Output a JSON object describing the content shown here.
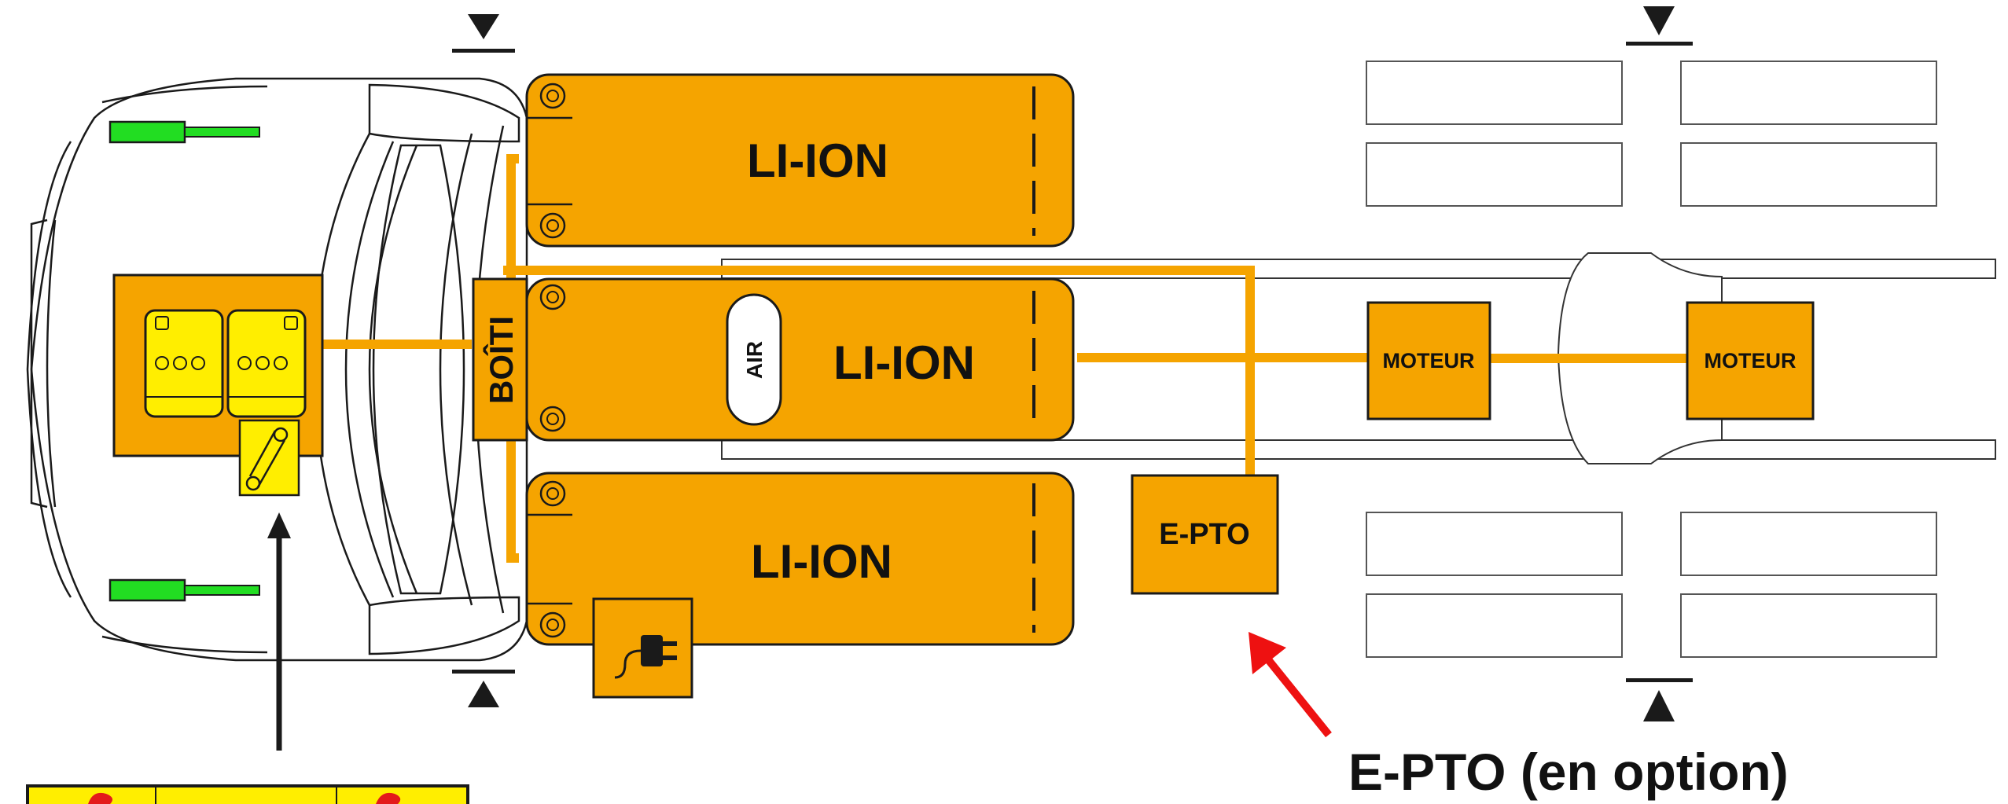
{
  "labels": {
    "battery_top": "LI-ION",
    "battery_middle": "LI-ION",
    "battery_bottom": "LI-ION",
    "air": "AIR",
    "junction_box": "BOÎTI",
    "motor_front": "MOTEUR",
    "motor_rear": "MOTEUR",
    "eptobox": "E-PTO",
    "callout": "E-PTO (en option)"
  },
  "colors": {
    "battery": "#f5a400",
    "cable": "#f5a400",
    "box": "#f5a400",
    "control_unit": "#ffee00",
    "mirror": "#22dd22",
    "callout_arrow": "#ee1111",
    "outline": "#1a1a1a"
  },
  "icons": {
    "charging_port": "plug-icon",
    "switch": "switch-icon",
    "cut_marker": "triangle-marker-icon",
    "warning_flame": "flame-icon"
  }
}
